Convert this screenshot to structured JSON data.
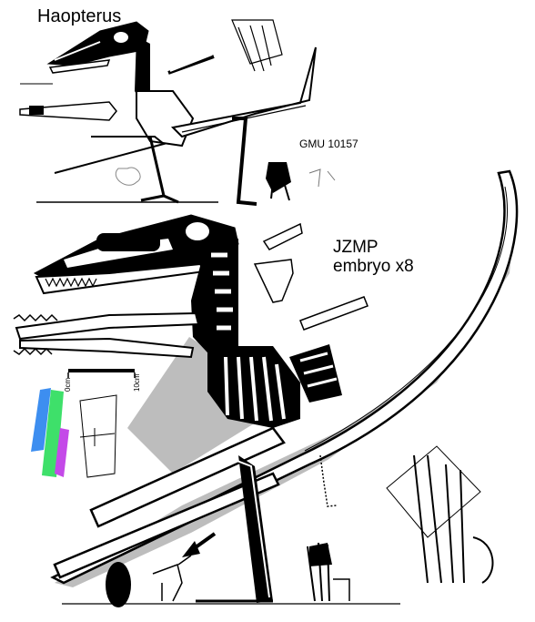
{
  "labels": {
    "title": "Haopterus",
    "specimen": "GMU 10157",
    "subject_line1": "JZMP",
    "subject_line2": "embryo x8"
  },
  "scale_bar": {
    "start_label": "0cm",
    "end_label": "10cm"
  },
  "colors": {
    "ink": "#000000",
    "paper": "#ffffff",
    "shadow_gray": "#bdbdbd",
    "bone_blue": "#3d8ef0",
    "bone_green": "#3ee06a",
    "bone_magenta": "#c44ae8"
  }
}
